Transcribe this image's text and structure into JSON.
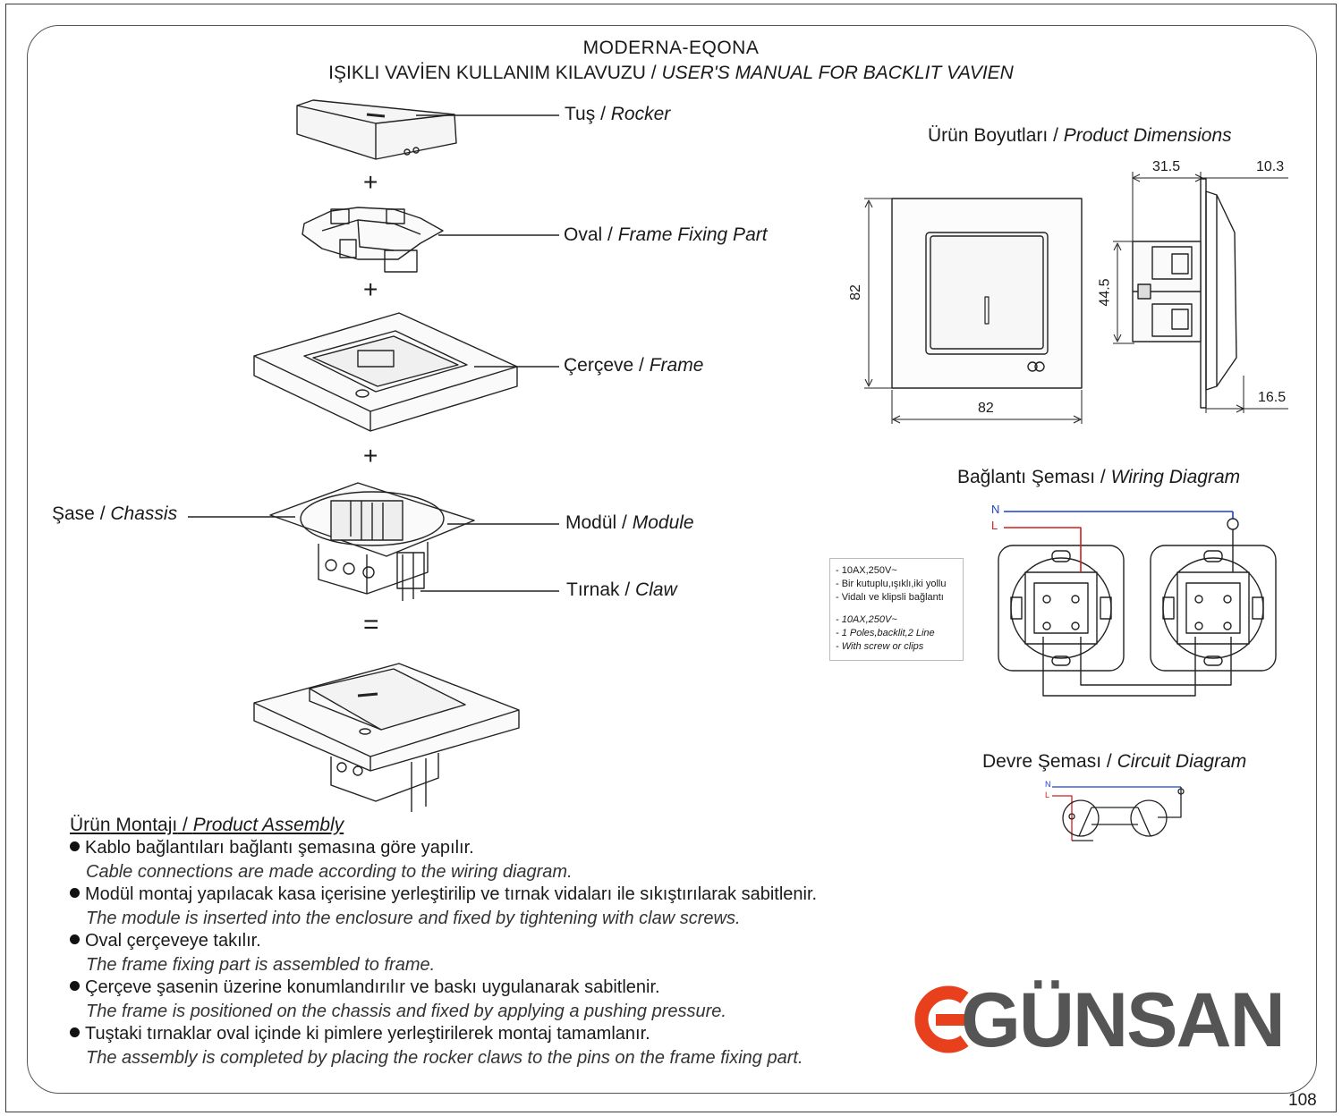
{
  "header": {
    "title_line1": "MODERNA-EQONA",
    "title_line2_tr": "IŞIKLI VAVİEN KULLANIM KILAVUZU",
    "title_line2_en": "USER'S MANUAL FOR BACKLIT VAVIEN",
    "separator": " / "
  },
  "parts": {
    "rocker": {
      "tr": "Tuş",
      "en": "Rocker"
    },
    "frame_fixing": {
      "tr": "Oval",
      "en": "Frame Fixing Part"
    },
    "frame": {
      "tr": "Çerçeve",
      "en": "Frame"
    },
    "chassis": {
      "tr": "Şase",
      "en": "Chassis"
    },
    "module": {
      "tr": "Modül",
      "en": "Module"
    },
    "claw": {
      "tr": "Tırnak",
      "en": "Claw"
    }
  },
  "symbols": {
    "plus": "+",
    "equals": "="
  },
  "dimensions": {
    "title_tr": "Ürün Boyutları",
    "title_en": "Product Dimensions",
    "front_height": "82",
    "front_width": "82",
    "side_depth_top": "31.5",
    "side_depth_right": "10.3",
    "side_height": "44.5",
    "side_bottom": "16.5"
  },
  "wiring": {
    "title_tr": "Bağlantı Şeması",
    "title_en": "Wiring Diagram",
    "label_n": "N",
    "label_l": "L",
    "color_n": "#1f3fd1",
    "color_l": "#d11f1f"
  },
  "specs": {
    "tr": [
      "- 10AX,250V~",
      "- Bir kutuplu,ışıklı,iki yollu",
      "- Vidalı ve klipsli bağlantı"
    ],
    "en": [
      "- 10AX,250V~",
      "- 1 Poles,backlit,2 Line",
      "- With screw or clips"
    ]
  },
  "circuit": {
    "title_tr": "Devre Şeması",
    "title_en": "Circuit Diagram",
    "label_n": "N",
    "label_l": "L"
  },
  "assembly": {
    "title_tr": "Ürün Montajı",
    "title_en": "Product Assembly",
    "steps": [
      {
        "tr": "Kablo bağlantıları bağlantı şemasına göre yapılır.",
        "en": "Cable connections are made according to the wiring diagram."
      },
      {
        "tr": "Modül montaj yapılacak kasa içerisine yerleştirilip ve tırnak vidaları ile sıkıştırılarak sabitlenir.",
        "en": "The module is inserted into the enclosure and fixed by tightening with claw screws."
      },
      {
        "tr": "Oval çerçeveye takılır.",
        "en": "The frame fixing part is assembled to frame."
      },
      {
        "tr": "Çerçeve şasenin üzerine konumlandırılır ve baskı uygulanarak sabitlenir.",
        "en": "The frame is positioned on the chassis and fixed by applying a pushing pressure."
      },
      {
        "tr": "Tuştaki tırnaklar oval içinde ki pimlere yerleştirilerek montaj tamamlanır.",
        "en": "The assembly is completed by placing the rocker claws to the pins on the frame fixing part."
      }
    ]
  },
  "brand": {
    "name": "GÜNSAN",
    "accent_color": "#e8401c",
    "text_color": "#555555"
  },
  "page_number": "108"
}
